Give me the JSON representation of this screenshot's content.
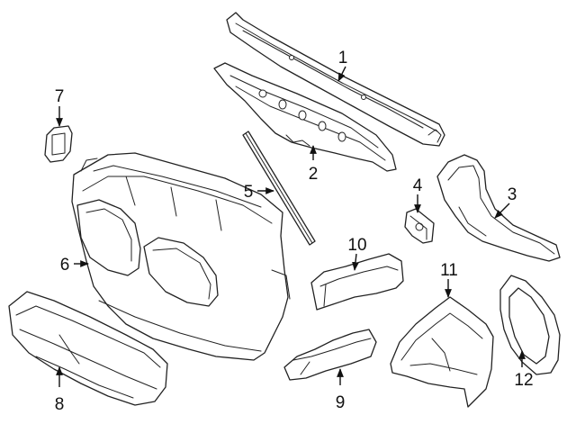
{
  "diagram": {
    "callouts": [
      {
        "id": 1,
        "label": "1"
      },
      {
        "id": 2,
        "label": "2"
      },
      {
        "id": 3,
        "label": "3"
      },
      {
        "id": 4,
        "label": "4"
      },
      {
        "id": 5,
        "label": "5"
      },
      {
        "id": 6,
        "label": "6"
      },
      {
        "id": 7,
        "label": "7"
      },
      {
        "id": 8,
        "label": "8"
      },
      {
        "id": 9,
        "label": "9"
      },
      {
        "id": 10,
        "label": "10"
      },
      {
        "id": 11,
        "label": "11"
      },
      {
        "id": 12,
        "label": "12"
      }
    ]
  }
}
